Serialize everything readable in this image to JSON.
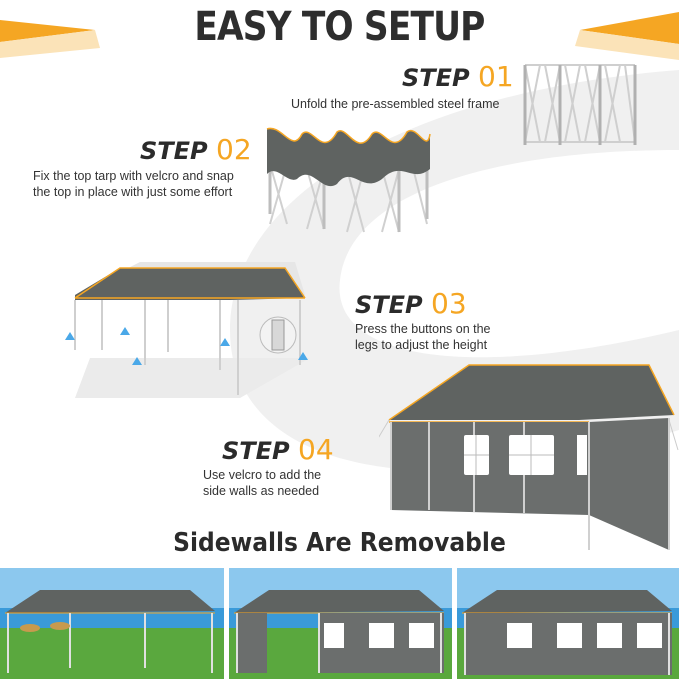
{
  "header": {
    "title": "EASY TO SETUP"
  },
  "steps": [
    {
      "word": "STEP",
      "number": "01",
      "description": "Unfold the pre-assembled steel frame"
    },
    {
      "word": "STEP",
      "number": "02",
      "description_line1": "Fix the top tarp with velcro and snap",
      "description_line2": "the top in place with just some effort"
    },
    {
      "word": "STEP",
      "number": "03",
      "description_line1": "Press the buttons on the",
      "description_line2": "legs to adjust the height"
    },
    {
      "word": "STEP",
      "number": "04",
      "description_line1": "Use velcro to add the",
      "description_line2": "side walls as needed"
    }
  ],
  "footer": {
    "subtitle": "Sidewalls Are Removable"
  },
  "colors": {
    "accent": "#f5a623",
    "canopy": "#5f6361",
    "text": "#2e2e2e"
  }
}
